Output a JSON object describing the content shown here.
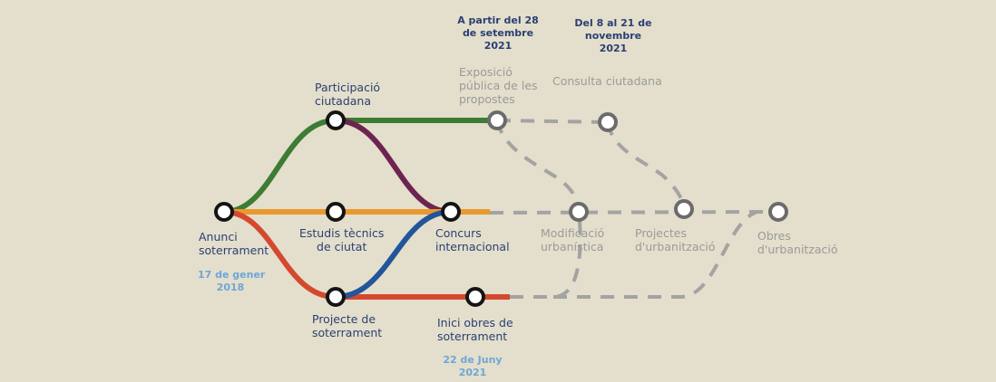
{
  "colors": {
    "background": "#e3dfcc",
    "green": "#3e7b34",
    "orange": "#e9992f",
    "red": "#d4492e",
    "purple": "#6e2450",
    "blue_line": "#22559a",
    "dashed": "#a3a3a3",
    "label_blue": "#2b3f72",
    "label_gray": "#9a9a9a",
    "date_light": "#6ea6d8"
  },
  "stops": {
    "anunci": [
      "Anunci",
      "soterrament"
    ],
    "participacio": [
      "Participació",
      "ciutadana"
    ],
    "estudis": [
      "Estudis tècnics",
      "de ciutat"
    ],
    "projecte_soterrament": [
      "Projecte de",
      "soterrament"
    ],
    "concurs": [
      "Concurs",
      "internacional"
    ],
    "inici_obres": [
      "Inici obres de",
      "soterrament"
    ],
    "exposicio": [
      "Exposició",
      "pública de les",
      "propostes"
    ],
    "consulta": [
      "Consulta ciutadana"
    ],
    "modificacio": [
      "Modificació",
      "urbanística"
    ],
    "projectes_urb": [
      "Projectes",
      "d'urbanització"
    ],
    "obres_urb": [
      "Obres",
      "d'urbanització"
    ]
  },
  "dates": {
    "anunci": [
      "17 de gener",
      "2018"
    ],
    "exposicio": [
      "A partir del 28",
      "de setembre",
      "2021"
    ],
    "consulta": [
      "Del 8 al 21 de",
      "novembre",
      "2021"
    ],
    "inici_obres": [
      "22 de Juny",
      "2021"
    ]
  }
}
